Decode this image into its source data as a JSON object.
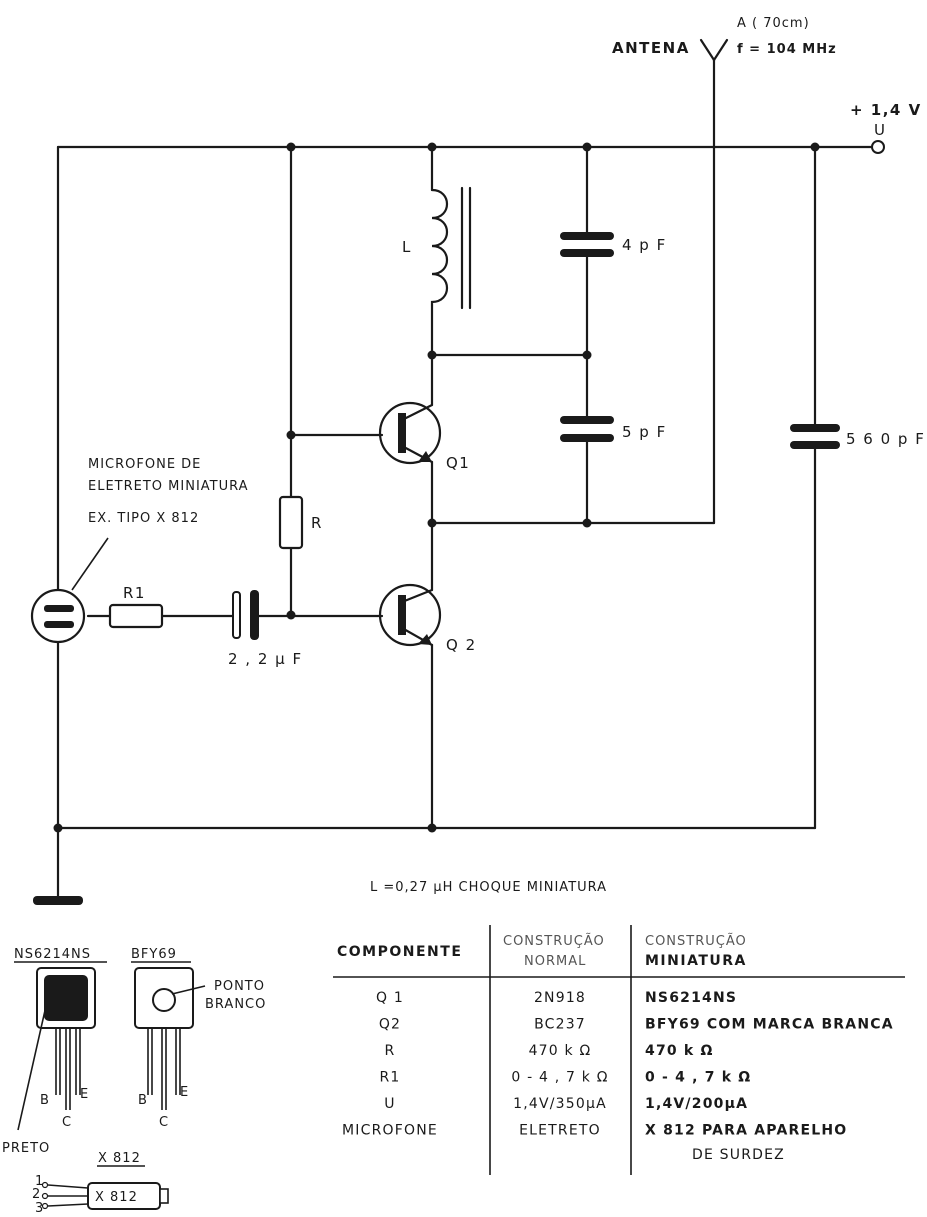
{
  "antenna": {
    "label": "ANTENA",
    "length": "A ( 70cm)",
    "frequency": "f = 104 MHz"
  },
  "supply": {
    "voltage": "+ 1,4 V",
    "terminal": "U"
  },
  "components": {
    "inductor": "L",
    "cap_4": "4 p F",
    "cap_5": "5 p F",
    "cap_560": "5 6 0 p F",
    "cap_22": "2 , 2 µ F",
    "resistor_r": "R",
    "resistor_r1": "R1",
    "q1": "Q1",
    "q2": "Q 2"
  },
  "microphone": {
    "line1": "MICROFONE  DE",
    "line2": "ELETRETO  MINIATURA",
    "line3": "EX.  TIPO  X 812"
  },
  "inductor_note": "L =0,27 µH  CHOQUE  MINIATURA",
  "table": {
    "headers": [
      "COMPONENTE",
      "CONSTRUÇÃO",
      "NORMAL",
      "CONSTRUÇÃO",
      "MINIATURA"
    ],
    "rows": [
      [
        "Q 1",
        "2N918",
        "NS6214NS"
      ],
      [
        "Q2",
        "BC237",
        "BFY69 COM MARCA BRANCA"
      ],
      [
        "R",
        "470 k Ω",
        "470 k Ω"
      ],
      [
        "R1",
        "0 - 4 , 7 k Ω",
        "0 - 4 , 7 k Ω"
      ],
      [
        "U",
        "1,4V/350µA",
        "1,4V/200µA"
      ],
      [
        "MICROFONE",
        "ELETRETO",
        "X 812  PARA  APARELHO"
      ]
    ],
    "last_row_continuation": "DE  SURDEZ"
  },
  "packages": {
    "ns": {
      "title": "NS6214NS",
      "pin_b": "B",
      "pin_c": "C",
      "pin_e": "E",
      "mark": "PRETO"
    },
    "bfy": {
      "title": "BFY69",
      "pin_b": "B",
      "pin_c": "C",
      "pin_e": "E",
      "mark_line1": "PONTO",
      "mark_line2": "BRANCO"
    },
    "x812": {
      "title": "X 812",
      "body": "X 812",
      "pin1": "1",
      "pin2": "2",
      "pin3": "3"
    }
  }
}
